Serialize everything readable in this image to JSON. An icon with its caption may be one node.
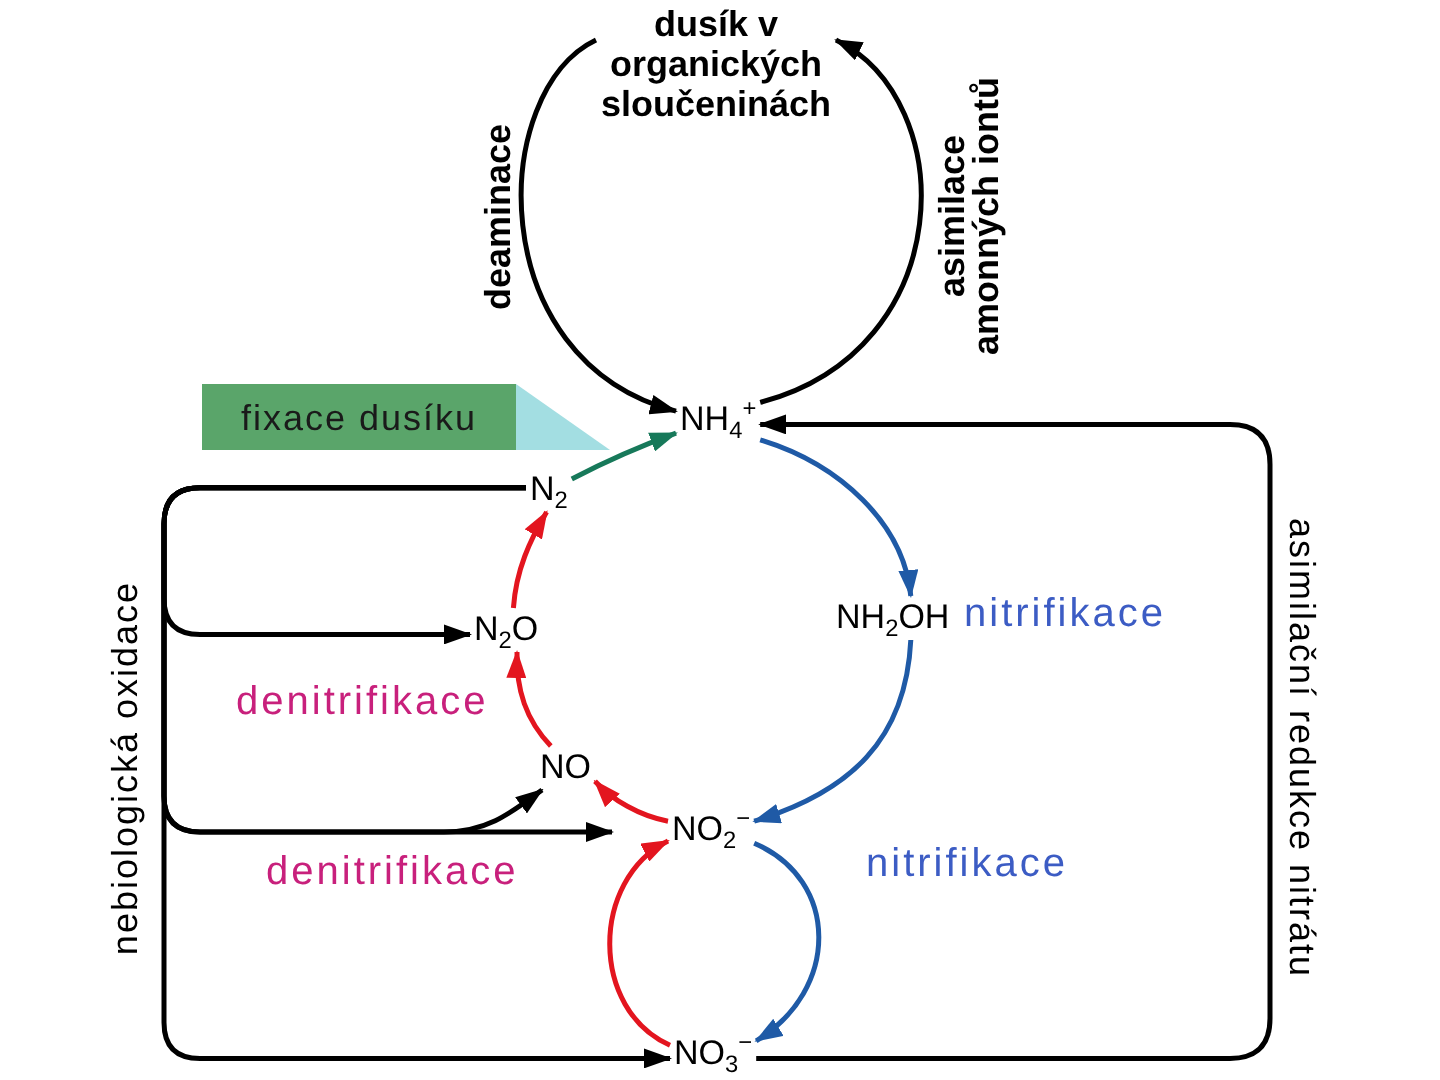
{
  "diagram": {
    "nodes": [
      {
        "text": [
          "dusík v organických sloučeninách"
        ]
      },
      {
        "text": [
          "fixace dusíku"
        ]
      },
      {
        "text": [
          "NH$_{4}$$^{+}$"
        ]
      },
      {
        "text": [
          "N$_{2}$"
        ]
      },
      {
        "text": [
          "NH$_{2}$OH"
        ]
      },
      {
        "text": [
          "N$_{2}$O"
        ]
      },
      {
        "text": [
          "NO"
        ]
      },
      {
        "text": [
          "NO$_{2}$$^{−}$"
        ]
      },
      {
        "text": [
          "NO$_{3}$$^{−}$"
        ]
      }
    ],
    "edges": [
      {
        "from": 0,
        "to": 2,
        "arrow": "to",
        "label": "deaminace"
      },
      {
        "from": 2,
        "to": 0,
        "arrow": "to",
        "label": "asimilace amonných iontů"
      },
      {
        "from": 3,
        "to": 2,
        "arrow": "to",
        "color": "#17795a"
      },
      {
        "from": 2,
        "to": 4,
        "arrow": "to",
        "color": "#1f5aa6"
      },
      {
        "from": 4,
        "to": 7,
        "arrow": "to",
        "color": "#1f5aa6"
      },
      {
        "from": 7,
        "to": 8,
        "arrow": "to",
        "color": "#1f5aa6"
      },
      {
        "from": 8,
        "to": 7,
        "arrow": "to",
        "color": "#e3151f"
      },
      {
        "from": 7,
        "to": 6,
        "arrow": "to",
        "color": "#e3151f"
      },
      {
        "from": 6,
        "to": 5,
        "arrow": "to",
        "color": "#e3151f"
      },
      {
        "from": 5,
        "to": 3,
        "arrow": "to",
        "color": "#e3151f"
      },
      {
        "from": 8,
        "to": 2,
        "arrow": "to",
        "label": "asimilační redukce nitrátu"
      },
      {
        "from": 3,
        "to": 5,
        "arrow": "to"
      },
      {
        "from": 3,
        "to": 6,
        "arrow": "to"
      },
      {
        "from": 3,
        "to": 7,
        "arrow": "to"
      },
      {
        "from": 3,
        "to": 8,
        "arrow": "to",
        "label": "nebiologická oxidace"
      }
    ],
    "labels": [
      "nitrifikace",
      "denitrifikace",
      "denitrifikace",
      "nitrifikace"
    ]
  }
}
